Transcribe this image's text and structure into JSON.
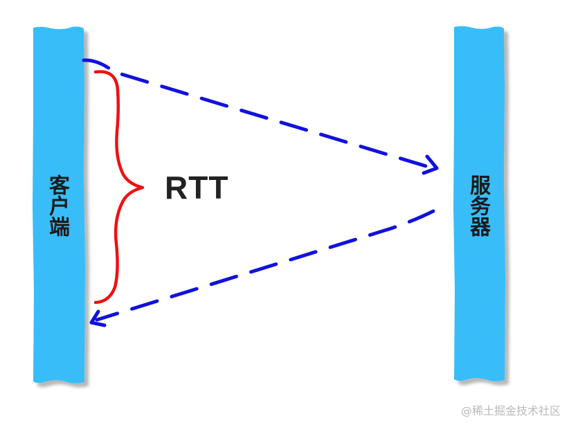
{
  "client": {
    "label": "客户端",
    "color": "#38bdf8"
  },
  "server": {
    "label": "服务器",
    "color": "#38bdf8"
  },
  "rtt": {
    "label": "RTT",
    "brace_color": "#ee1111"
  },
  "arrows": {
    "color": "#1111dd",
    "request": "client-to-server",
    "response": "server-to-client"
  },
  "watermark": {
    "text": "@稀土掘金技术社区"
  }
}
